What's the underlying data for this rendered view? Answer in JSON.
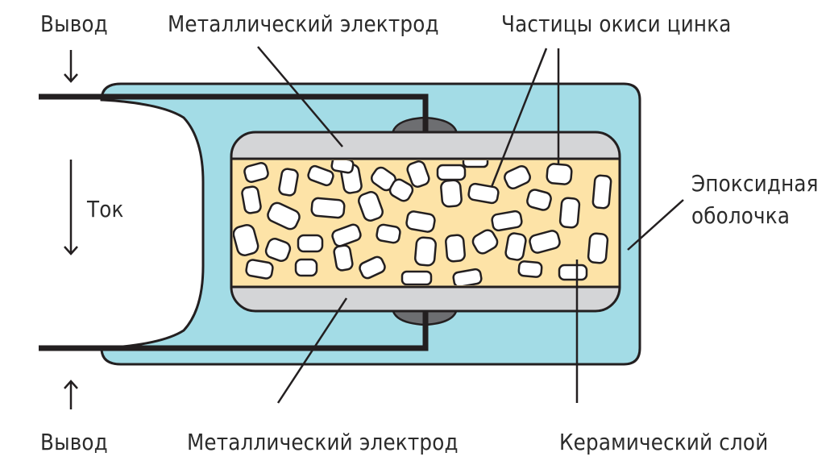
{
  "labels": {
    "lead_top": "Вывод",
    "lead_bottom": "Вывод",
    "electrode_top": "Металлический электрод",
    "electrode_bottom": "Металлический электрод",
    "zinc_oxide": "Частицы окиси цинка",
    "epoxy_line1": "Эпоксидная",
    "epoxy_line2": "оболочка",
    "current": "Ток",
    "ceramic": "Керамический слой"
  },
  "colors": {
    "epoxy": "#a3dce6",
    "electrode": "#d4d5d7",
    "ceramic": "#fde3a7",
    "particle": "#ffffff",
    "contact": "#6d6e71",
    "outline": "#231f20"
  }
}
